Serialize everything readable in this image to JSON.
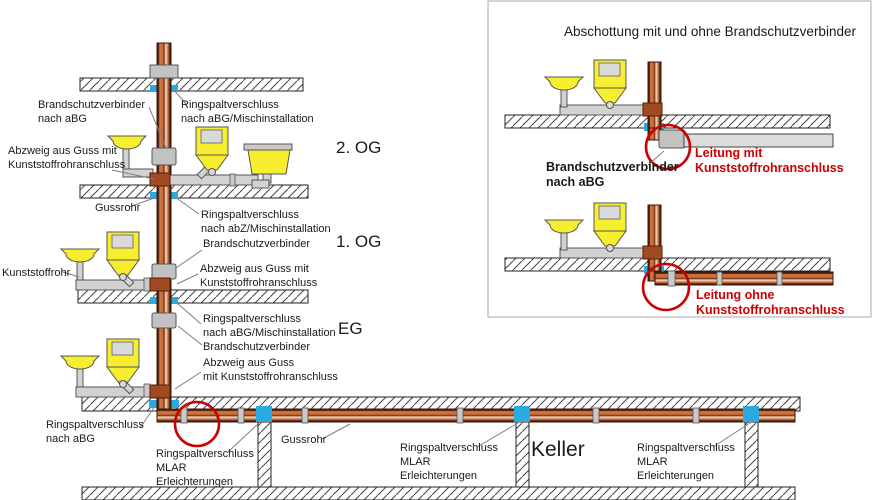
{
  "right_panel": {
    "title": "Abschottung mit und ohne Brandschutzverbinder"
  },
  "floors": {
    "og2": "2. OG",
    "og1": "1. OG",
    "eg": "EG",
    "keller": "Keller"
  },
  "labels": {
    "brandschutzverbinder_abg": {
      "l1": "Brandschutzverbinder",
      "l2": "nach aBG"
    },
    "ringspalt_abg_misch_og2": {
      "l1": "Ringspaltverschluss",
      "l2": "nach aBG/Mischinstallation"
    },
    "abzweig_og2": {
      "l1": "Abzweig aus Guss mit",
      "l2": "Kunststoffrohranschluss"
    },
    "gussrohr_riser": {
      "l1": "Gussrohr"
    },
    "ringspalt_abz_misch_og1": {
      "l1": "Ringspaltverschluss",
      "l2": "nach abZ/Mischinstallation"
    },
    "brandschutzverbinder_og1": {
      "l1": "Brandschutzverbinder"
    },
    "kunststoffrohr": {
      "l1": "Kunststoffrohr"
    },
    "abzweig_og1": {
      "l1": "Abzweig aus Guss mit",
      "l2": "Kunststoffrohranschluss"
    },
    "ringspalt_abg_misch_eg": {
      "l1": "Ringspaltverschluss",
      "l2": "nach aBG/Mischinstallation"
    },
    "brandschutzverbinder_eg": {
      "l1": "Brandschutzverbinder"
    },
    "abzweig_eg": {
      "l1": "Abzweig aus Guss",
      "l2": "mit Kunststoffrohranschluss"
    },
    "ringspalt_abg_keller": {
      "l1": "Ringspaltverschluss",
      "l2": "nach aBG"
    },
    "mlar_1": {
      "l1": "Ringspaltverschluss",
      "l2": "MLAR",
      "l3": "Erleichterungen"
    },
    "gussrohr_keller": {
      "l1": "Gussrohr"
    },
    "mlar_2": {
      "l1": "Ringspaltverschluss",
      "l2": "MLAR",
      "l3": "Erleichterungen"
    },
    "mlar_3": {
      "l1": "Ringspaltverschluss",
      "l2": "MLAR",
      "l3": "Erleichterungen"
    },
    "brandschutzverbinder_abg_bold": {
      "l1": "Brandschutzverbinder",
      "l2": "nach aBG"
    },
    "leitung_mit": {
      "l1": "Leitung mit",
      "l2": "Kunststoffrohranschluss"
    },
    "leitung_ohne": {
      "l1": "Leitung ohne",
      "l2": "Kunststoffrohranschluss"
    }
  },
  "colors": {
    "cast_iron_pipe": "#b85c2e",
    "plastic_pipe": "#dcdcdc",
    "fixture_yellow": "#f7ee2f",
    "seal_blue": "#29abe2",
    "highlight_red": "#cc0000",
    "text": "#1a1a1a"
  }
}
